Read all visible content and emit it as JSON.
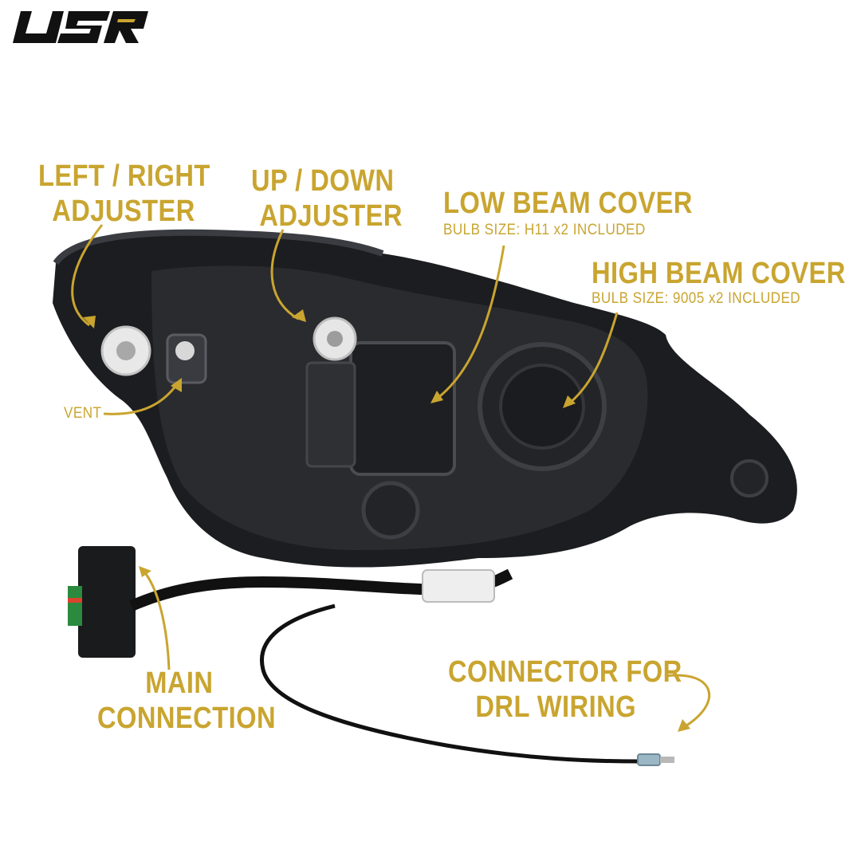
{
  "brand": {
    "logo_text": "USR",
    "logo_color": "#111111",
    "accent_color": "#c9a530"
  },
  "callouts": {
    "left_right_adjuster": {
      "line1": "LEFT / RIGHT",
      "line2": "ADJUSTER"
    },
    "up_down_adjuster": {
      "line1": "UP / DOWN",
      "line2": "ADJUSTER"
    },
    "low_beam_cover": {
      "title": "LOW BEAM COVER",
      "subtitle": "BULB SIZE: H11 x2 INCLUDED"
    },
    "high_beam_cover": {
      "title": "HIGH BEAM COVER",
      "subtitle": "BULB SIZE: 9005 x2 INCLUDED"
    },
    "vent": {
      "label": "VENT"
    },
    "main_connection": {
      "line1": "MAIN",
      "line2": "CONNECTION"
    },
    "drl_connector": {
      "line1": "CONNECTOR FOR",
      "line2": "DRL WIRING"
    }
  }
}
